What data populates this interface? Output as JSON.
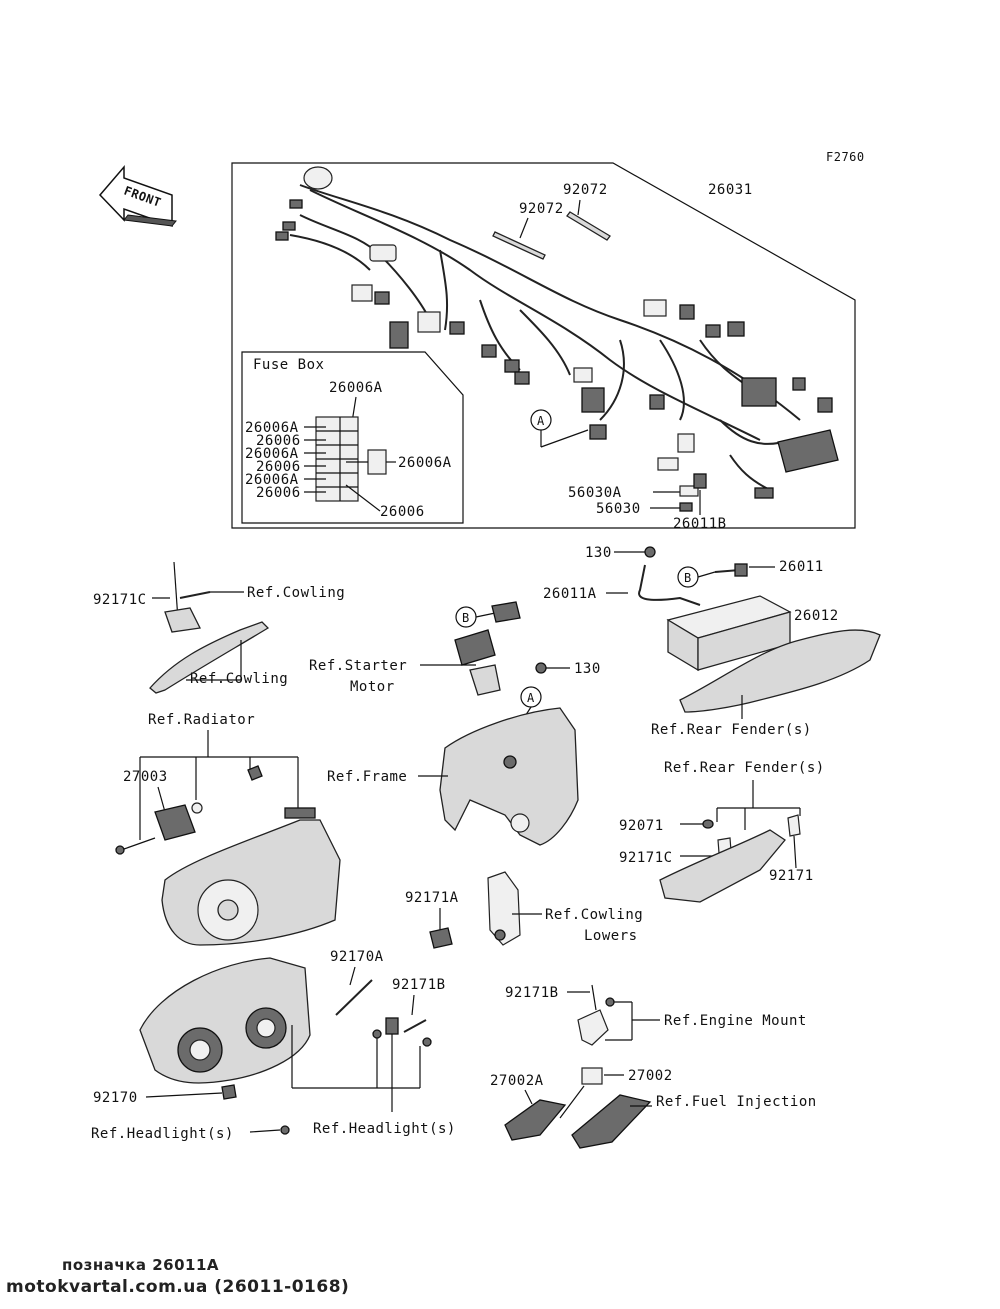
{
  "figure_code": "F2760",
  "front_arrow": "FRONT",
  "harness": {
    "tie1": "92072",
    "tie2": "92072",
    "main": "26031",
    "marker_a": "A",
    "p56030a": "56030A",
    "p56030": "56030",
    "p26011b": "26011B"
  },
  "fuse_box": {
    "title": "Fuse Box",
    "top_label": "26006A",
    "left_labels": [
      "26006A",
      "26006",
      "26006A",
      "26006",
      "26006A",
      "26006"
    ],
    "right_label": "26006A",
    "bottom_label": "26006"
  },
  "battery": {
    "p130_top": "130",
    "marker_b": "B",
    "p26011": "26011",
    "p26011a": "26011A",
    "p26012": "26012",
    "rear_fender": "Ref.Rear Fender(s)"
  },
  "cowling": {
    "p92171c": "92171C",
    "ref_cowling_1": "Ref.Cowling",
    "ref_cowling_2": "Ref.Cowling"
  },
  "starter": {
    "marker_b": "B",
    "ref_starter_1": "Ref.Starter",
    "ref_starter_2": "Motor",
    "p130": "130",
    "marker_a": "A",
    "ref_frame": "Ref.Frame"
  },
  "radiator": {
    "ref_radiator": "Ref.Radiator",
    "p27003": "27003"
  },
  "rear_fender2": {
    "ref_rear_fender": "Ref.Rear Fender(s)",
    "p92071": "92071",
    "p92171c": "92171C",
    "p92171": "92171"
  },
  "cowling_lowers": {
    "p92171a": "92171A",
    "ref_1": "Ref.Cowling",
    "ref_2": "Lowers"
  },
  "headlight": {
    "p92170a": "92170A",
    "p92171b": "92171B",
    "p92170": "92170",
    "ref_headlight_left": "Ref.Headlight(s)",
    "ref_headlight_center": "Ref.Headlight(s)"
  },
  "engine_mount": {
    "p92171b": "92171B",
    "ref": "Ref.Engine Mount"
  },
  "fuel_injection": {
    "p27002a": "27002A",
    "p27002": "27002",
    "ref": "Ref.Fuel Injection"
  },
  "footer": {
    "line1": "позначка 26011A",
    "line2": "motokvartal.com.ua (26011-0168)"
  }
}
